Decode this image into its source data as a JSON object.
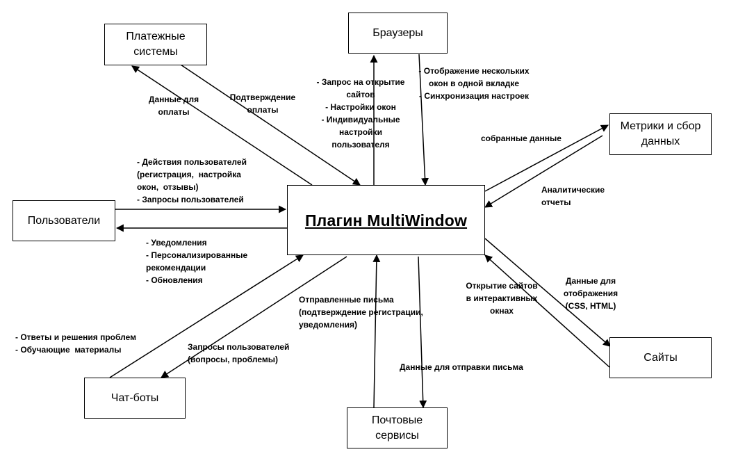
{
  "central": {
    "label": "Плагин MultiWindow"
  },
  "entities": {
    "payment": "Платежные\nсистемы",
    "browsers": "Браузеры",
    "metrics": "Метрики и сбор\nданных",
    "users": "Пользователи",
    "sites": "Сайты",
    "chatbots": "Чат-боты",
    "mail": "Почтовые\nсервисы"
  },
  "flows": {
    "payment_data": "Данные для\nоплаты",
    "payment_confirm": "Подтверждение\nоплаты",
    "browser_request": "- Запрос на открытие\nсайтов\n- Настройки окон\n- Индивидуальные\nнастройки\nпользователя",
    "browser_display": "- Отображение нескольких\nокон в одной вкладке\n- Синхронизация настроек",
    "collected_data": "собранные данные",
    "analytic_reports": "Аналитические\nотчеты",
    "user_actions": "- Действия пользователей\n(регистрация,  настройка\nокон,  отзывы)\n- Запросы пользователей",
    "user_notifications": "- Уведомления\n- Персонализированные\nрекомендации\n- Обновления",
    "open_sites": "Открытие сайтов\nв интерактивных\nокнах",
    "display_data": "Данные для\nотображения\n(CSS, HTML)",
    "sent_letters": "Отправленные письма\n(подтверждение регистрации,\nуведомления)",
    "mail_data": "Данные для отправки письма",
    "chat_answers": "- Ответы и решения проблем\n- Обучающие  материалы",
    "chat_requests": "Запросы пользователей\n(вопросы, проблемы)"
  }
}
